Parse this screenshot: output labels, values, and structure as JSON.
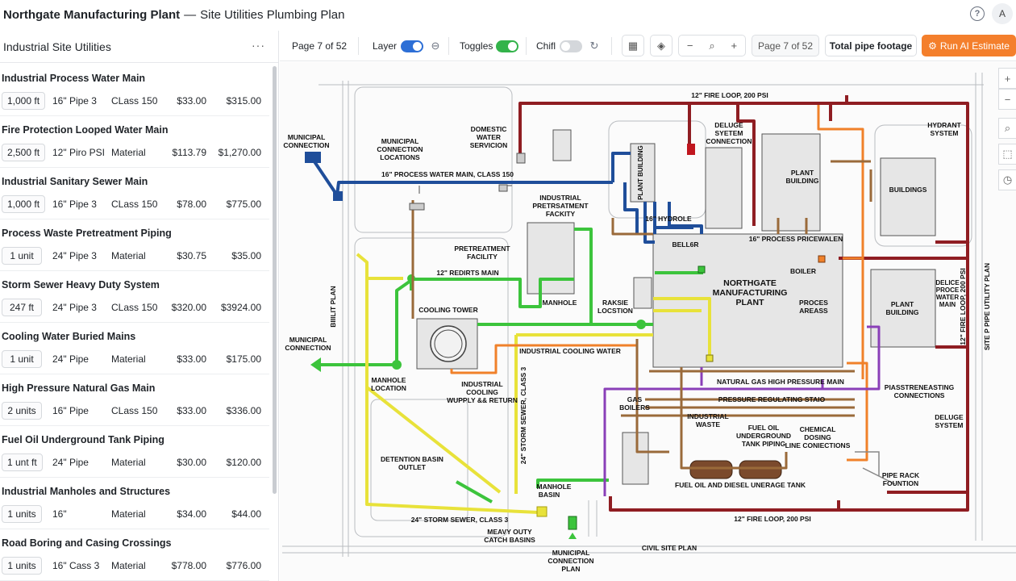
{
  "title": {
    "main": "Northgate Manufacturing Plant",
    "separator": "—",
    "sub": "Site Utilities Plumbing Plan"
  },
  "header": {
    "help_icon": "question-circle-icon",
    "avatar_initial": "A"
  },
  "sidebar": {
    "title": "Industrial Site Utilities",
    "more_icon": "···",
    "items": [
      {
        "name": "Industrial Process Water Main",
        "qty": "1,000 ft",
        "size": "16\" Pipe 3",
        "cls": "CLass 150",
        "unit": "$33.00",
        "total": "$315.00"
      },
      {
        "name": "Fire Protection Looped Water Main",
        "qty": "2,500 ft",
        "size": "12\" Piro PSI",
        "cls": "Material",
        "unit": "$113.79",
        "total": "$1,270.00"
      },
      {
        "name": "Industrial Sanitary Sewer Main",
        "qty": "1,000 ft",
        "size": "16\" Pipe 3",
        "cls": "CLass 150",
        "unit": "$78.00",
        "total": "$775.00"
      },
      {
        "name": "Process Waste Pretreatment Piping",
        "qty": "1 unit",
        "size": "24\" Pipe 3",
        "cls": "Material",
        "unit": "$30.75",
        "total": "$35.00"
      },
      {
        "name": "Storm Sewer Heavy Duty System",
        "qty": "247 ft",
        "size": "24\" Pipe 3",
        "cls": "CLass 150",
        "unit": "$320.00",
        "total": "$3924.00"
      },
      {
        "name": "Cooling Water Buried Mains",
        "qty": "1 unit",
        "size": "24\" Pipe",
        "cls": "Material",
        "unit": "$33.00",
        "total": "$175.00"
      },
      {
        "name": "High Pressure Natural Gas Main",
        "qty": "2 units",
        "size": "16\" Pipe",
        "cls": "CLass 150",
        "unit": "$33.00",
        "total": "$336.00"
      },
      {
        "name": "Fuel Oil Underground Tank Piping",
        "qty": "1 unt ft",
        "size": "24\" Pipe",
        "cls": "Material",
        "unit": "$30.00",
        "total": "$120.00"
      },
      {
        "name": "Industrial Manholes and Structures",
        "qty": "1 units",
        "size": "16\"",
        "cls": "Material",
        "unit": "$34.00",
        "total": "$44.00"
      },
      {
        "name": "Road Boring and Casing Crossings",
        "qty": "1 units",
        "size": "16\" Cass 3",
        "cls": "Material",
        "unit": "$778.00",
        "total": "$776.00"
      }
    ]
  },
  "toolbar": {
    "page_label": "Page 7 of 52",
    "layer_label": "Layer",
    "toggles_label": "Toggles",
    "chief_label": "Chifl",
    "page_box": "Page 7 of 52",
    "footage_button": "Total pipe footage",
    "run_button": "Run AI Estimate",
    "minus": "−",
    "plus": "+"
  },
  "colors": {
    "process_water": "#1f4e9a",
    "fire_loop": "#8f1d22",
    "green_cooling": "#3cc43c",
    "yellow_storm": "#e8e23a",
    "orange_cooling": "#f0812a",
    "purple_gas": "#8a3fb8",
    "brown_sewer": "#9a6a3a",
    "accent": "#f47f2c"
  },
  "diagram": {
    "labels": {
      "fire_loop_top": "12\" FIRE LOOP, 200 PSI",
      "fire_loop_bottom": "12\" FIRE LOOP, 200 PSI",
      "fire_loop_right": "12\" FIRE LOOP, 200 PSI",
      "process_main": "16\" PROCESS WATER MAIN, CLASS 150",
      "hydrant": "16\" HYDROLE",
      "pricewalen": "16\" PROCESS PRICEWALEN",
      "redirects": "12\" REDIRTS MAIN",
      "storm_sewer_bottom": "24\" STORM SEWER, CLASS 3",
      "storm_sewer_vert": "24\" STORM SEWER, CLASS 3",
      "civil_site_plan": "CIVIL SITE PLAN",
      "site_pipe_utility": "SITE P PIPE UTILITY PLAN",
      "builit_plan": "BIIILIT PLAN",
      "municipal_conn_tl_1": "MUNICIPAL",
      "municipal_conn_tl_2": "CONNECTION",
      "mun_locations_1": "MUNICIPAL",
      "mun_locations_2": "CONNECTION",
      "mun_locations_3": "LOCATIONS",
      "domestic_1": "DOMESTIC",
      "domestic_2": "WATER",
      "domestic_3": "SERVICION",
      "plant_building_vert": "PLANT BUILDING",
      "deluge_1": "DELUGE",
      "deluge_2": "SYETEM",
      "deluge_3": "CONNECTION",
      "plant_building_a_1": "PLANT",
      "plant_building_a_2": "BUILDING",
      "buildings": "BUILDINGS",
      "hydrant_sys_1": "HYDRANT",
      "hydrant_sys_2": "SYSTEM",
      "pretreat_fac_1": "INDUSTRIAL",
      "pretreat_fac_2": "PRETRSATMENT",
      "pretreat_fac_3": "FACKITY",
      "pretreat_1": "PRETREATMENT",
      "pretreat_2": "FACILITY",
      "beller": "BELL6R",
      "boiler": "BOILER",
      "northgate_1": "NORTHGATE",
      "northgate_2": "MANUFACTURING",
      "northgate_3": "PLANT",
      "process_areas_1": "PROCES",
      "process_areas_2": "AREASS",
      "plant_building_b_1": "PLANT",
      "plant_building_b_2": "BUILDING",
      "delice_1": "DELICE",
      "delice_2": "PROCE",
      "delice_3": "WATER",
      "delice_4": "MAIN",
      "cooling_tower": "COOLING TOWER",
      "manhole": "MANHOLE",
      "raksie_1": "RAKSIE",
      "raksie_2": "LOCSTION",
      "municipal_conn_l_1": "MUNICIPAL",
      "municipal_conn_l_2": "CONNECTION",
      "industrial_cooling_water": "INDUSTRIAL COOLING WATER",
      "ind_cooling_1": "INDUSTRIAL",
      "ind_cooling_2": "COOLING",
      "ind_cooling_3": "WUPPLY && RETURN",
      "manhole_loc_1": "MANHOLE",
      "manhole_loc_2": "LOCATION",
      "gas_high_pressure": "NATURAL GAS HIGH PRESSURE MAIN",
      "pressure_reg": "PRESSURE REGULATING STAIO",
      "pias_1": "PIASSTRENEASTING",
      "pias_2": "CONNECTIONS",
      "gas_boilers_1": "GAS",
      "gas_boilers_2": "BOILERS",
      "ind_waste_1": "INDUSTRIAL",
      "ind_waste_2": "WASTE",
      "fuel_oil_1": "FUEL OIL",
      "fuel_oil_2": "UNDERGROUND",
      "fuel_oil_3": "TANK PIPING",
      "chem_1": "CHEMICAL",
      "chem_2": "DOSING",
      "chem_3": "LINE CONIECTIONS",
      "deluge_sys_1": "DELUGE",
      "deluge_sys_2": "SYSTEM",
      "detention_1": "DETENTION BASIN",
      "detention_2": "OUTLET",
      "manhole_basin_1": "MANHOLE",
      "manhole_basin_2": "BASIN",
      "heavy_duty_1": "MEAVY OUTY",
      "heavy_duty_2": "CATCH BASINS",
      "fuel_tank": "FUEL OIL AND DIESEL UNERAGE TANK",
      "pipe_rack_1": "PIPE RACK",
      "pipe_rack_2": "FOUNTION",
      "municipal_bottom_1": "MUNICIPAL",
      "municipal_bottom_2": "CONNECTION",
      "municipal_bottom_3": "PLAN"
    }
  }
}
